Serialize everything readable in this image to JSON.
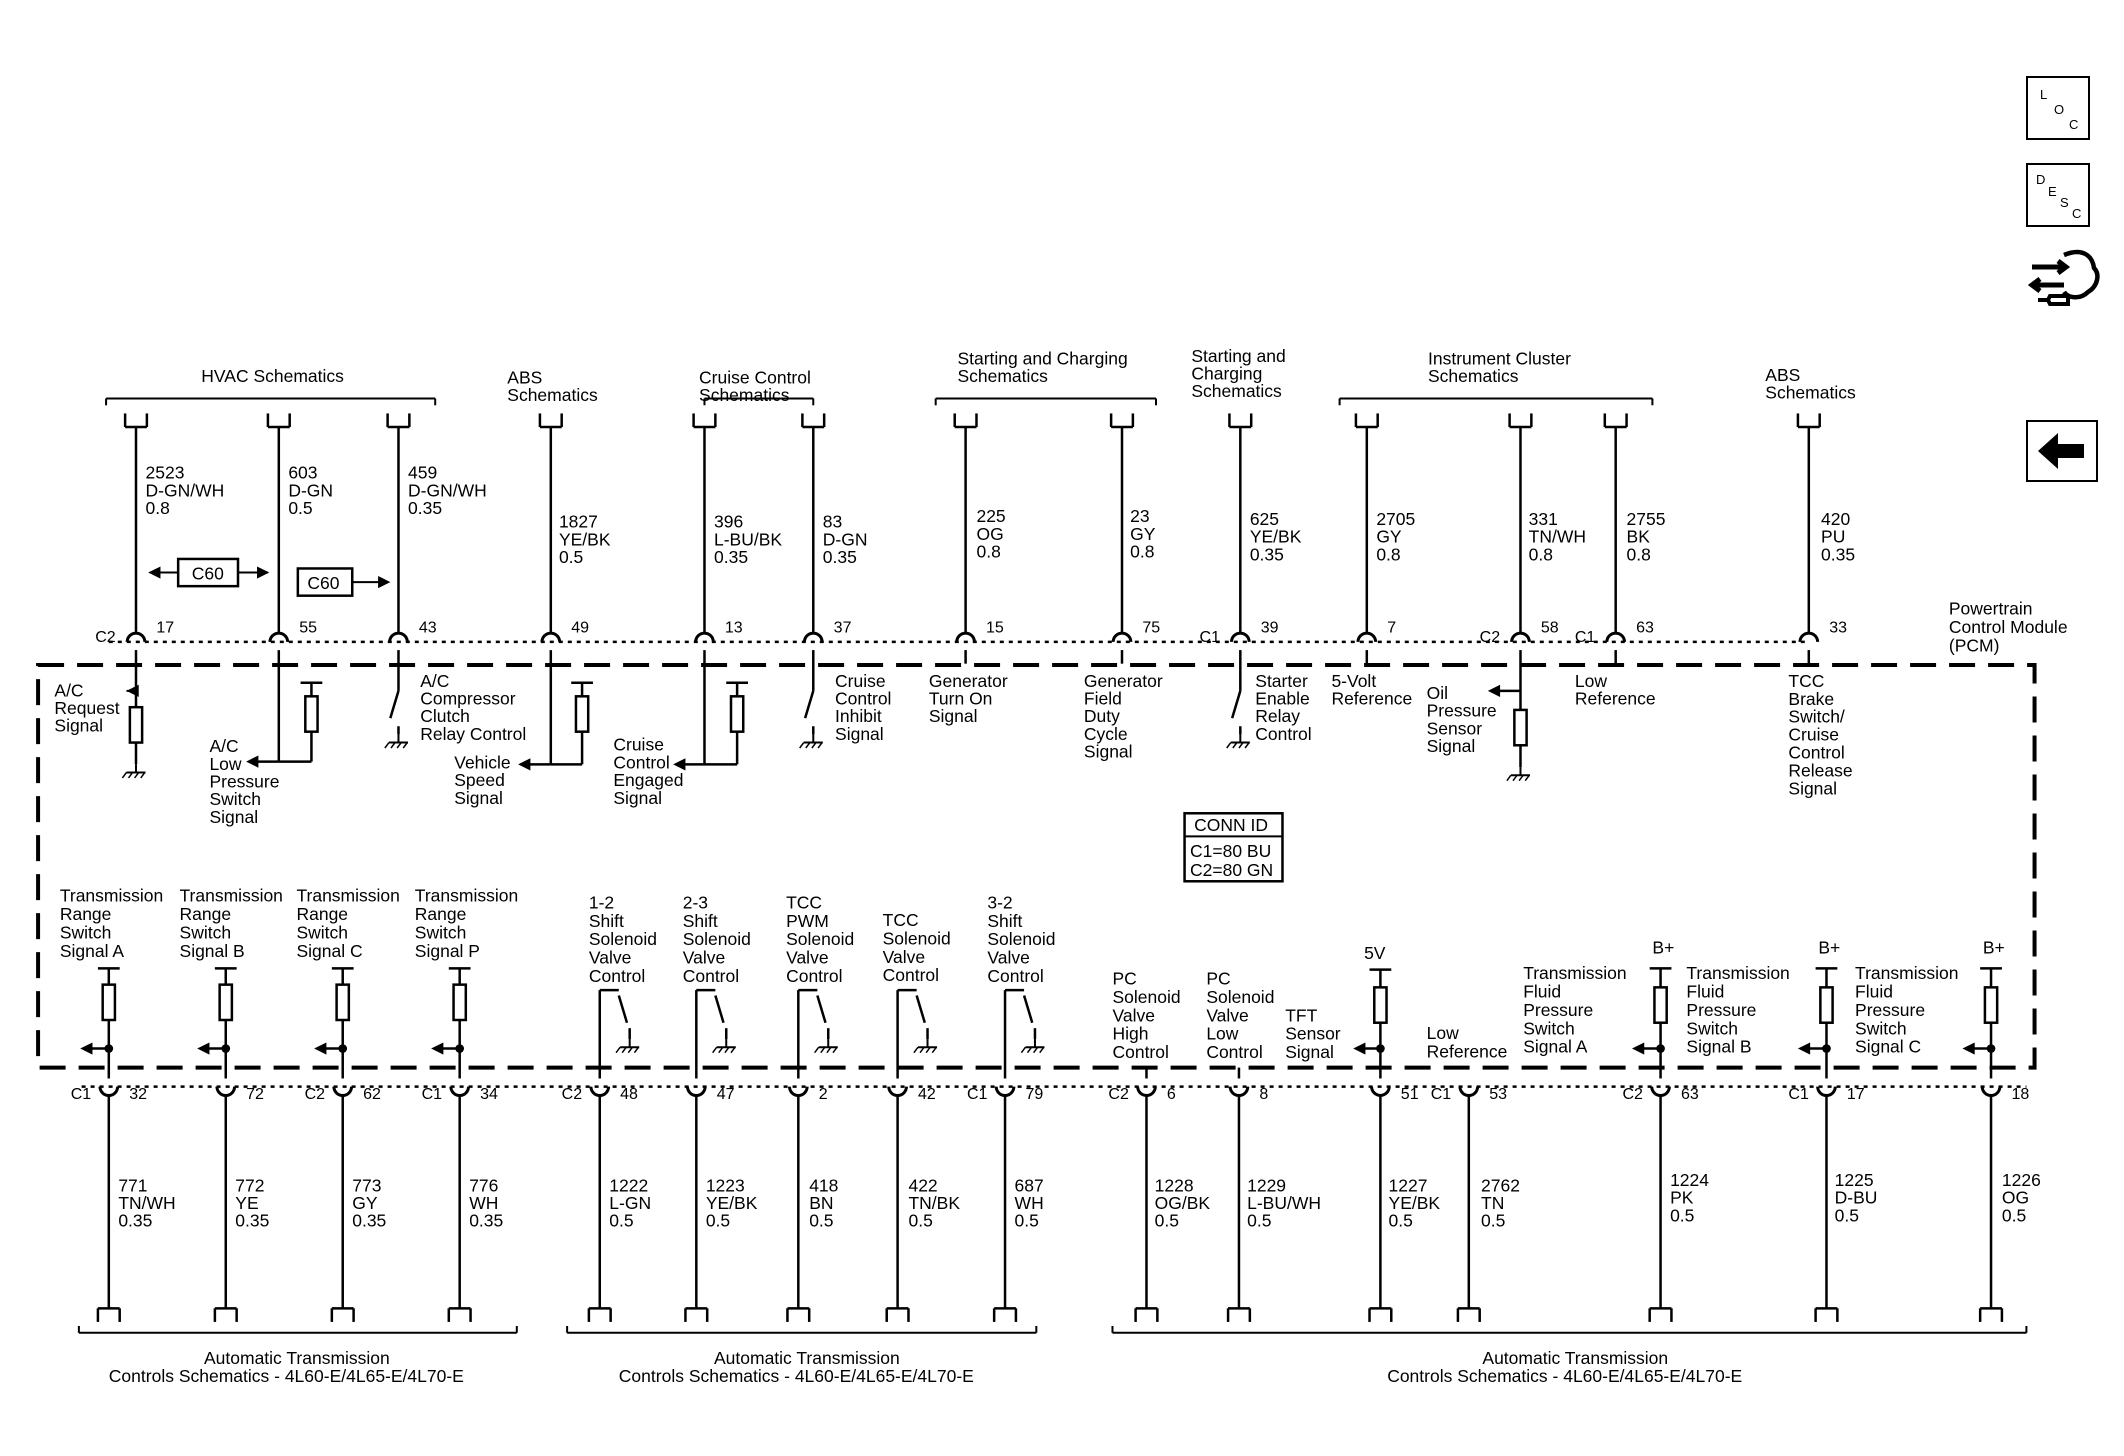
{
  "module": {
    "lines": [
      "Powertrain",
      "Control Module",
      "(PCM)"
    ]
  },
  "conn_id": {
    "title": "CONN ID",
    "lines": [
      "C1=80 BU",
      "C2=80 GN"
    ]
  },
  "side_buttons": [
    {
      "name": "loc-button",
      "letters": [
        "L",
        "O",
        "C"
      ]
    },
    {
      "name": "desc-button",
      "letters": [
        "D",
        "E",
        "S",
        "C"
      ]
    },
    {
      "name": "connector-end-view-icon"
    },
    {
      "name": "back-arrow-icon"
    }
  ],
  "top_groups": [
    {
      "label": [
        "HVAC Schematics"
      ]
    },
    {
      "label": [
        "ABS",
        "Schematics"
      ]
    },
    {
      "label": [
        "Cruise Control",
        "Schematics"
      ]
    },
    {
      "label": [
        "Starting and Charging",
        "Schematics"
      ]
    },
    {
      "label": [
        "Starting and",
        "Charging",
        "Schematics"
      ]
    },
    {
      "label": [
        "Instrument Cluster",
        "Schematics"
      ]
    },
    {
      "label": [
        "ABS",
        "Schematics"
      ]
    }
  ],
  "top_circuits": [
    {
      "connector": "C2",
      "pin": "17",
      "wire": [
        "2523",
        "D-GN/WH",
        "0.8"
      ],
      "signal": [
        "A/C",
        "Request",
        "Signal"
      ]
    },
    {
      "connector": "",
      "pin": "55",
      "wire": [
        "603",
        "D-GN",
        "0.5"
      ],
      "signal": [
        "A/C",
        "Low",
        "Pressure",
        "Switch",
        "Signal"
      ]
    },
    {
      "connector": "",
      "pin": "43",
      "wire": [
        "459",
        "D-GN/WH",
        "0.35"
      ],
      "signal": [
        "A/C",
        "Compressor",
        "Clutch",
        "Relay Control"
      ]
    },
    {
      "connector": "",
      "pin": "49",
      "wire": [
        "1827",
        "YE/BK",
        "0.5"
      ],
      "signal": [
        "Vehicle",
        "Speed",
        "Signal"
      ]
    },
    {
      "connector": "",
      "pin": "13",
      "wire": [
        "396",
        "L-BU/BK",
        "0.35"
      ],
      "signal": [
        "Cruise",
        "Control",
        "Engaged",
        "Signal"
      ]
    },
    {
      "connector": "",
      "pin": "37",
      "wire": [
        "83",
        "D-GN",
        "0.35"
      ],
      "signal": [
        "Cruise",
        "Control",
        "Inhibit",
        "Signal"
      ]
    },
    {
      "connector": "",
      "pin": "15",
      "wire": [
        "225",
        "OG",
        "0.8"
      ],
      "signal": [
        "Generator",
        "Turn On",
        "Signal"
      ]
    },
    {
      "connector": "",
      "pin": "75",
      "wire": [
        "23",
        "GY",
        "0.8"
      ],
      "signal": [
        "Generator",
        "Field",
        "Duty",
        "Cycle",
        "Signal"
      ]
    },
    {
      "connector": "C1",
      "pin": "39",
      "wire": [
        "625",
        "YE/BK",
        "0.35"
      ],
      "signal": [
        "Starter",
        "Enable",
        "Relay",
        "Control"
      ]
    },
    {
      "connector": "",
      "pin": "7",
      "wire": [
        "2705",
        "GY",
        "0.8"
      ],
      "signal": [
        "5-Volt",
        "Reference"
      ]
    },
    {
      "connector": "C2",
      "pin": "58",
      "wire": [
        "331",
        "TN/WH",
        "0.8"
      ],
      "signal": [
        "Oil",
        "Pressure",
        "Sensor",
        "Signal"
      ]
    },
    {
      "connector": "C1",
      "pin": "63",
      "wire": [
        "2755",
        "BK",
        "0.8"
      ],
      "signal": [
        "Low",
        "Reference"
      ]
    },
    {
      "connector": "",
      "pin": "33",
      "wire": [
        "420",
        "PU",
        "0.35"
      ],
      "signal": [
        "TCC",
        "Brake",
        "Switch/",
        "Cruise",
        "Control",
        "Release",
        "Signal"
      ]
    }
  ],
  "bottom_circuits": [
    {
      "connector": "C1",
      "pin": "32",
      "wire": [
        "771",
        "TN/WH",
        "0.35"
      ],
      "signal": [
        "Transmission",
        "Range",
        "Switch",
        "Signal A"
      ]
    },
    {
      "connector": "",
      "pin": "72",
      "wire": [
        "772",
        "YE",
        "0.35"
      ],
      "signal": [
        "Transmission",
        "Range",
        "Switch",
        "Signal B"
      ]
    },
    {
      "connector": "C2",
      "pin": "62",
      "wire": [
        "773",
        "GY",
        "0.35"
      ],
      "signal": [
        "Transmission",
        "Range",
        "Switch",
        "Signal C"
      ]
    },
    {
      "connector": "C1",
      "pin": "34",
      "wire": [
        "776",
        "WH",
        "0.35"
      ],
      "signal": [
        "Transmission",
        "Range",
        "Switch",
        "Signal P"
      ]
    },
    {
      "connector": "C2",
      "pin": "48",
      "wire": [
        "1222",
        "L-GN",
        "0.5"
      ],
      "signal": [
        "1-2",
        "Shift",
        "Solenoid",
        "Valve",
        "Control"
      ]
    },
    {
      "connector": "",
      "pin": "47",
      "wire": [
        "1223",
        "YE/BK",
        "0.5"
      ],
      "signal": [
        "2-3",
        "Shift",
        "Solenoid",
        "Valve",
        "Control"
      ]
    },
    {
      "connector": "",
      "pin": "2",
      "wire": [
        "418",
        "BN",
        "0.5"
      ],
      "signal": [
        "TCC",
        "PWM",
        "Solenoid",
        "Valve",
        "Control"
      ]
    },
    {
      "connector": "",
      "pin": "42",
      "wire": [
        "422",
        "TN/BK",
        "0.5"
      ],
      "signal": [
        "TCC",
        "Solenoid",
        "Valve",
        "Control"
      ]
    },
    {
      "connector": "C1",
      "pin": "79",
      "wire": [
        "687",
        "WH",
        "0.5"
      ],
      "signal": [
        "3-2",
        "Shift",
        "Solenoid",
        "Valve",
        "Control"
      ]
    },
    {
      "connector": "C2",
      "pin": "6",
      "wire": [
        "1228",
        "OG/BK",
        "0.5"
      ],
      "signal": [
        "PC",
        "Solenoid",
        "Valve",
        "High",
        "Control"
      ]
    },
    {
      "connector": "",
      "pin": "8",
      "wire": [
        "1229",
        "L-BU/WH",
        "0.5"
      ],
      "signal": [
        "PC",
        "Solenoid",
        "Valve",
        "Low",
        "Control"
      ]
    },
    {
      "connector": "",
      "pin": "51",
      "wire": [
        "1227",
        "YE/BK",
        "0.5"
      ],
      "signal": [
        "TFT",
        "Sensor",
        "Signal"
      ],
      "supply": "5V"
    },
    {
      "connector": "C1",
      "pin": "53",
      "wire": [
        "2762",
        "TN",
        "0.5"
      ],
      "signal": [
        "Low",
        "Reference"
      ]
    },
    {
      "connector": "C2",
      "pin": "63",
      "wire": [
        "1224",
        "PK",
        "0.5"
      ],
      "signal": [
        "Transmission",
        "Fluid",
        "Pressure",
        "Switch",
        "Signal A"
      ],
      "supply": "B+"
    },
    {
      "connector": "C1",
      "pin": "17",
      "wire": [
        "1225",
        "D-BU",
        "0.5"
      ],
      "signal": [
        "Transmission",
        "Fluid",
        "Pressure",
        "Switch",
        "Signal B"
      ],
      "supply": "B+"
    },
    {
      "connector": "",
      "pin": "18",
      "wire": [
        "1226",
        "OG",
        "0.5"
      ],
      "signal": [
        "Transmission",
        "Fluid",
        "Pressure",
        "Switch",
        "Signal C"
      ],
      "supply": "B+"
    }
  ],
  "bottom_groups": [
    {
      "label": [
        "Automatic Transmission",
        "Controls Schematics - 4L60-E/4L65-E/4L70-E"
      ]
    },
    {
      "label": [
        "Automatic Transmission",
        "Controls Schematics - 4L60-E/4L65-E/4L70-E"
      ]
    },
    {
      "label": [
        "Automatic Transmission",
        "Controls Schematics - 4L60-E/4L65-E/4L70-E"
      ]
    }
  ],
  "inline_connectors": [
    {
      "label": "C60"
    },
    {
      "label": "C60"
    }
  ]
}
